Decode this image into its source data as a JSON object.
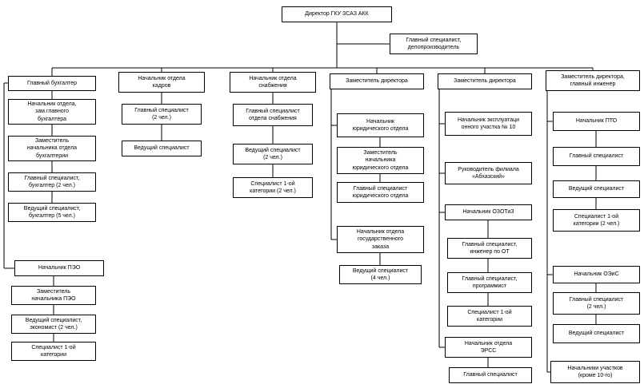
{
  "chart": {
    "director": "Директор ГКУ ЗСАЗ АКК",
    "secretary": "Главный специалист,\nделопроизводитель",
    "accounting": {
      "head": "Главный бухгалтер",
      "dept_head_deputy_chief": "Начальник отдела,\nзам.главного\nбухгалтера",
      "deputy_dept_head": "Заместитель\nначальника отдела\nбухгалтерии",
      "chief_spec_accountant": "Главный специалист,\nбухгалтер (2 чел.)",
      "lead_spec_accountant": "Ведущий специалист,\nбухгалтер (5 чел.)",
      "peo_head": "Начальник ПЭО",
      "peo_deputy": "Заместитель\nначальника ПЭО",
      "peo_lead_economist": "Ведущий специалист,\nэкономист (2 чел.)",
      "peo_spec_cat1": "Специалист 1-ой\nкатегории"
    },
    "hr": {
      "head": "Начальник отдела\nкадров",
      "chief_spec": "Главный специалист\n(2 чел.)",
      "lead_spec": "Ведущий специалист"
    },
    "supply": {
      "head": "Начальник отдела\nснабжения",
      "chief_spec": "Главный специалист\nотдела снабжения",
      "lead_spec": "Ведущий специалист\n(2 чел.)",
      "spec_cat1": "Специалист 1-ой\nкатегории (2 чел.)"
    },
    "deputy_legal": {
      "head": "Заместитель директора",
      "legal_head": "Начальник\nюридического отдела",
      "legal_deputy": "Заместитель\nначальника\nюридического отдела",
      "legal_chief_spec": "Главный специалист\nюридического отдела",
      "gov_order_head": "Начальник отдела\nгосударственного\nзаказа",
      "gov_order_lead_spec": "Ведущий специалист\n(4 чел.)"
    },
    "deputy_ops": {
      "head": "Заместитель директора",
      "sector10_head": "Начальник эксплуатаци\nонного участка № 10",
      "branch_head": "Руководитель филиала\n«Абхазский»",
      "ozotiz_head": "Начальник ОЗОТиЗ",
      "chief_spec_ot_engineer": "Главный специалист,\nинженер по ОТ",
      "chief_spec_programmer": "Главный специалист,\nпрограммист",
      "spec_cat1": "Специалист 1-ой\nкатегории",
      "erss_head": "Начальник отдела\nЭРСС",
      "erss_chief_spec": "Главный специалист"
    },
    "chief_engineer": {
      "head": "Заместитель директора,\nглавный инженер",
      "pto_head": "Начальник ПТО",
      "pto_chief_spec": "Главный специалист",
      "pto_lead_spec": "Ведущий специалист",
      "pto_spec_cat1": "Специалист 1-ой\nкатегории (2 чел.)",
      "oeis_head": "Начальник ОЭиС",
      "oeis_chief_spec": "Главный специалист\n(2 чел.)",
      "oeis_lead_spec": "Ведущий специалист",
      "sector_heads": "Начальники участков\n(кроме 10-го)"
    }
  }
}
